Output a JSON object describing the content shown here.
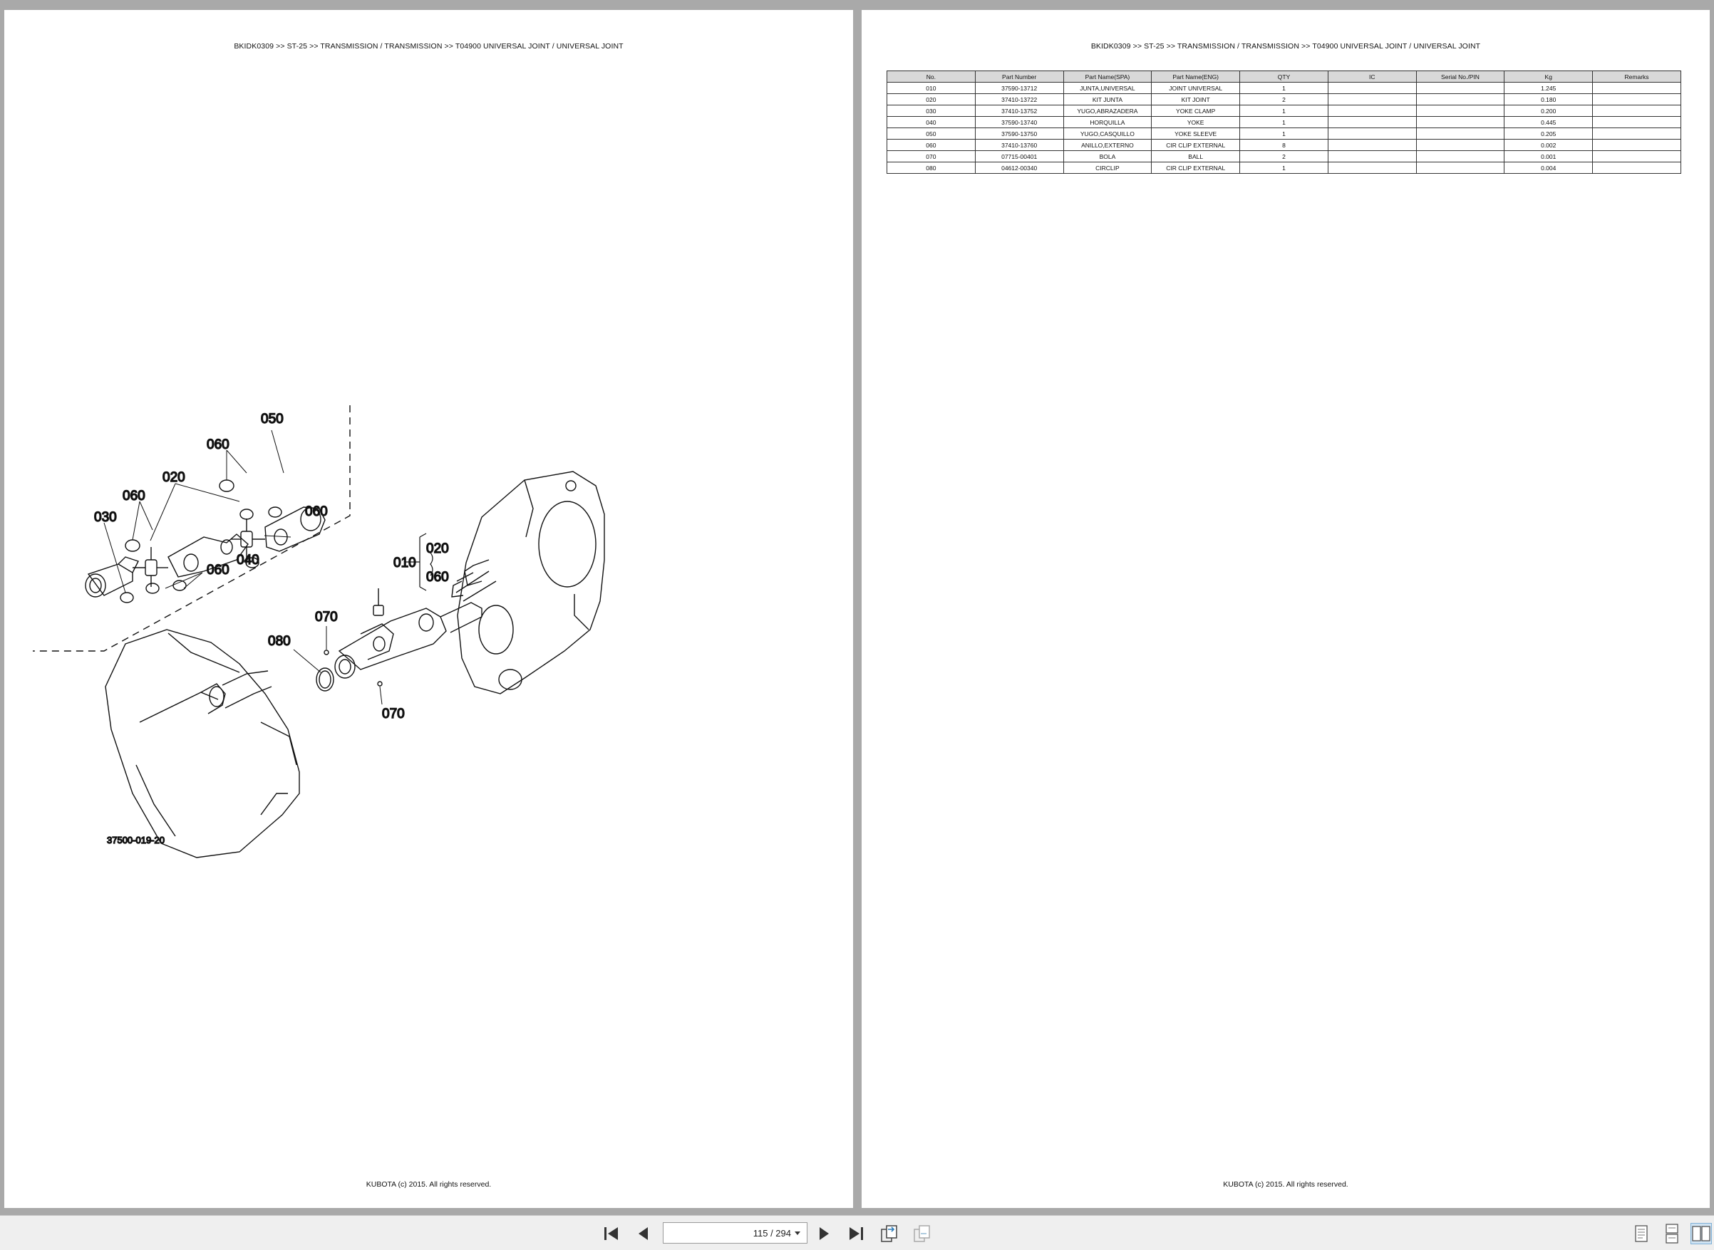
{
  "document": {
    "breadcrumb": "BKIDK0309 >> ST-25 >> TRANSMISSION / TRANSMISSION >> T04900   UNIVERSAL  JOINT / UNIVERSAL  JOINT",
    "footer": "KUBOTA (c) 2015. All rights reserved."
  },
  "diagram": {
    "labels": [
      "050",
      "060",
      "020",
      "060",
      "030",
      "060",
      "040",
      "060",
      "010",
      "020",
      "060",
      "070",
      "080",
      "070"
    ],
    "drawing_code": "37500-019-20"
  },
  "parts_table": {
    "headers": [
      "No.",
      "Part Number",
      "Part Name(SPA)",
      "Part Name(ENG)",
      "QTY",
      "IC",
      "Serial No./PIN",
      "Kg",
      "Remarks"
    ],
    "rows": [
      [
        "010",
        "37590-13712",
        "JUNTA,UNIVERSAL",
        "JOINT UNIVERSAL",
        "1",
        "",
        "",
        "1.245",
        ""
      ],
      [
        "020",
        "37410-13722",
        "KIT JUNTA",
        "KIT JOINT",
        "2",
        "",
        "",
        "0.180",
        ""
      ],
      [
        "030",
        "37410-13752",
        "YUGO,ABRAZADERA",
        "YOKE CLAMP",
        "1",
        "",
        "",
        "0.200",
        ""
      ],
      [
        "040",
        "37590-13740",
        "HORQUILLA",
        "YOKE",
        "1",
        "",
        "",
        "0.445",
        ""
      ],
      [
        "050",
        "37590-13750",
        "YUGO,CASQUILLO",
        "YOKE SLEEVE",
        "1",
        "",
        "",
        "0.205",
        ""
      ],
      [
        "060",
        "37410-13760",
        "ANILLO,EXTERNO",
        "CIR CLIP EXTERNAL",
        "8",
        "",
        "",
        "0.002",
        ""
      ],
      [
        "070",
        "07715-00401",
        "BOLA",
        "BALL",
        "2",
        "",
        "",
        "0.001",
        ""
      ],
      [
        "080",
        "04612-00340",
        "CIRCLIP",
        "CIR CLIP EXTERNAL",
        "1",
        "",
        "",
        "0.004",
        ""
      ]
    ]
  },
  "toolbar": {
    "page_indicator": "115 / 294",
    "icons": [
      "first-page-icon",
      "previous-page-icon",
      "next-page-icon",
      "last-page-icon",
      "fit-page-icon",
      "fit-width-icon",
      "single-page-icon",
      "continuous-icon",
      "two-page-icon"
    ]
  }
}
